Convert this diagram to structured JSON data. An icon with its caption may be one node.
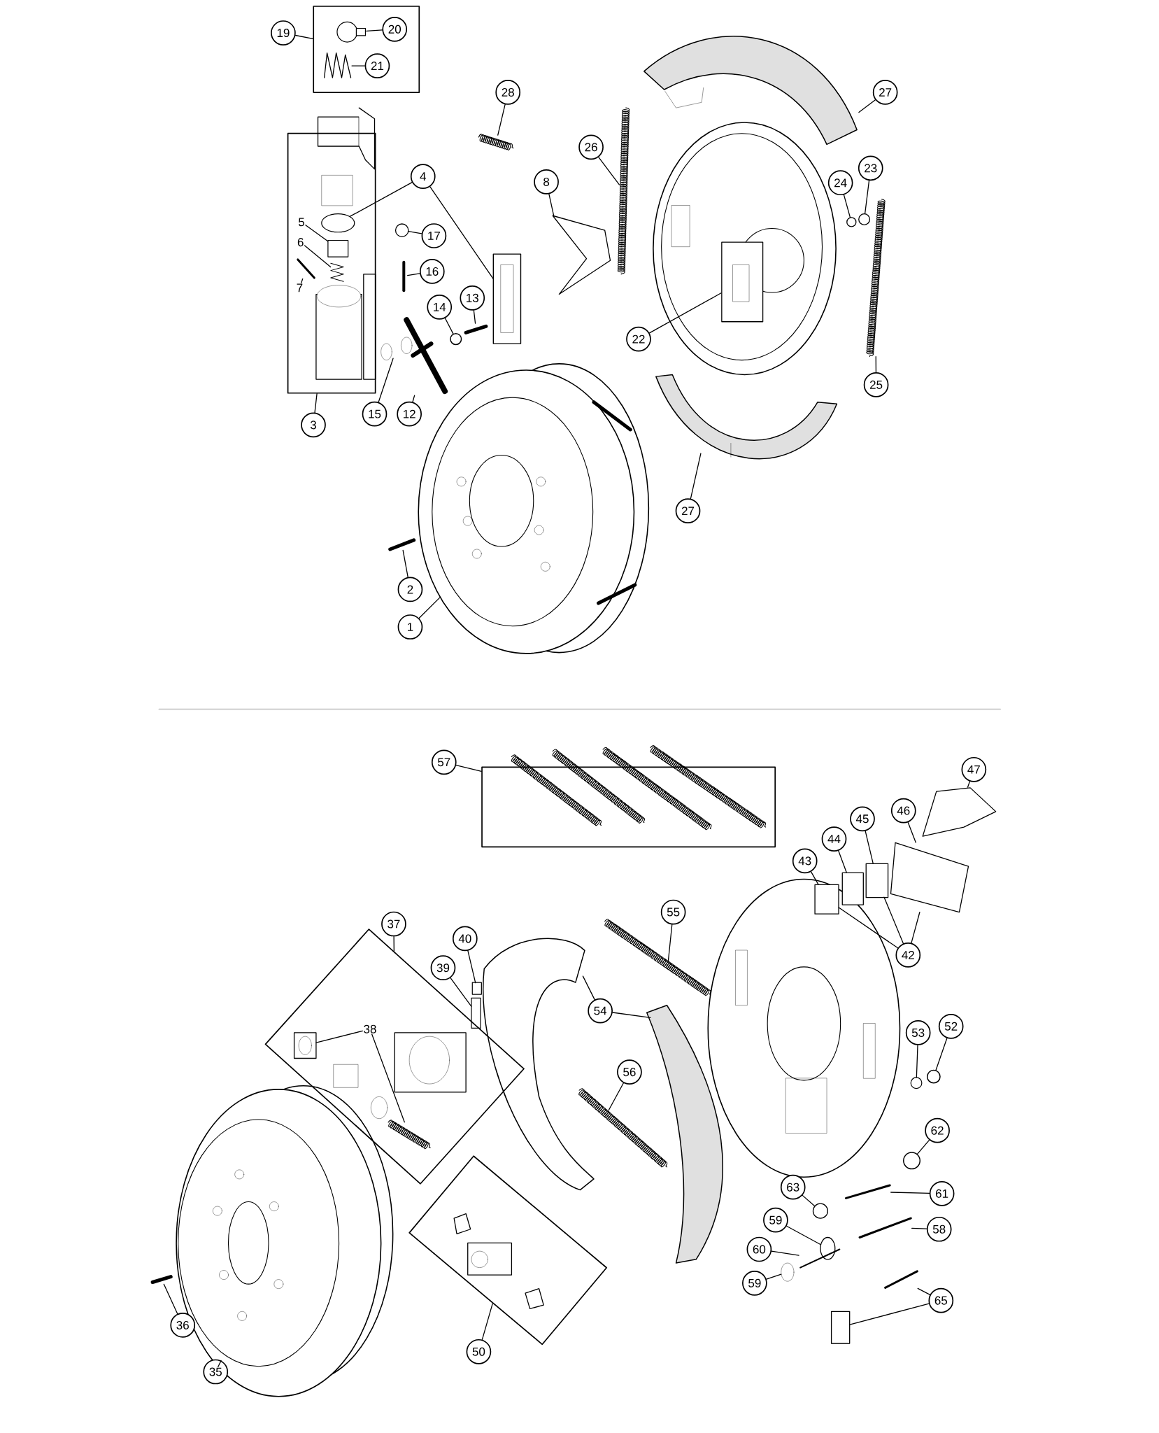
{
  "diagram": {
    "nodes": [
      {
        "text": [],
        "shape": "box"
      },
      {
        "text": [
          "19"
        ]
      },
      {
        "text": [
          "20"
        ],
        "in": 0
      },
      {
        "text": [
          "21"
        ],
        "in": 0
      },
      {
        "text": [
          "28"
        ]
      },
      {
        "text": [
          "27"
        ]
      },
      {
        "text": [
          "26"
        ]
      },
      {
        "text": [],
        "shape": "box"
      },
      {
        "text": [
          "4"
        ]
      },
      {
        "text": [
          "8"
        ]
      },
      {
        "text": [
          "24"
        ]
      },
      {
        "text": [
          "23"
        ]
      },
      {
        "text": [
          "5"
        ],
        "in": 7
      },
      {
        "text": [
          "17"
        ]
      },
      {
        "text": [
          "6"
        ],
        "in": 7
      },
      {
        "text": [
          "16"
        ]
      },
      {
        "text": [
          "7"
        ],
        "in": 7
      },
      {
        "text": [
          "14"
        ]
      },
      {
        "text": [
          "13"
        ]
      },
      {
        "text": [
          "22"
        ]
      },
      {
        "text": [
          "25"
        ]
      },
      {
        "text": [
          "3"
        ]
      },
      {
        "text": [
          "15"
        ]
      },
      {
        "text": [
          "12"
        ]
      },
      {
        "text": [
          "27"
        ]
      },
      {
        "text": [
          "2"
        ]
      },
      {
        "text": [
          "1"
        ]
      },
      {
        "text": [
          "57"
        ]
      },
      {
        "text": [],
        "shape": "box"
      },
      {
        "text": [
          "47"
        ]
      },
      {
        "text": [
          "46"
        ]
      },
      {
        "text": [
          "45"
        ]
      },
      {
        "text": [
          "44"
        ]
      },
      {
        "text": [
          "43"
        ]
      },
      {
        "text": [
          "55"
        ]
      },
      {
        "text": [
          "37"
        ]
      },
      {
        "text": [
          "40"
        ]
      },
      {
        "text": [
          "42"
        ]
      },
      {
        "text": [
          "39"
        ]
      },
      {
        "text": [],
        "shape": "box"
      },
      {
        "text": [
          "38"
        ],
        "in": 39
      },
      {
        "text": [
          "54"
        ]
      },
      {
        "text": [
          "53"
        ]
      },
      {
        "text": [
          "52"
        ]
      },
      {
        "text": [
          "56"
        ]
      },
      {
        "text": [
          "62"
        ]
      },
      {
        "text": [
          "61"
        ]
      },
      {
        "text": [
          "63"
        ]
      },
      {
        "text": [
          "59"
        ]
      },
      {
        "text": [
          "58"
        ]
      },
      {
        "text": [
          "60"
        ]
      },
      {
        "text": [
          "59"
        ]
      },
      {
        "text": [
          "65"
        ]
      },
      {
        "text": [
          "36"
        ]
      },
      {
        "text": [],
        "shape": "box"
      },
      {
        "text": [
          "50"
        ]
      },
      {
        "text": [
          "35"
        ]
      },
      {
        "text": [],
        "shape": "circle",
        "in": 0
      },
      {
        "text": [],
        "shape": "picture",
        "in": 0
      },
      {
        "text": [],
        "shape": "picture"
      },
      {
        "text": [],
        "shape": "picture"
      },
      {
        "text": [],
        "shape": "picture"
      },
      {
        "text": [],
        "shape": "circle",
        "in": 7
      },
      {
        "text": [],
        "shape": "picture"
      },
      {
        "text": [],
        "shape": "picture"
      },
      {
        "text": [],
        "shape": "circle"
      },
      {
        "text": [],
        "shape": "circle"
      },
      {
        "text": [],
        "shape": "box",
        "in": 7
      },
      {
        "text": [],
        "shape": "circle"
      },
      {
        "text": [],
        "shape": "picture",
        "in": 7
      },
      {
        "text": [],
        "shape": "picture"
      },
      {
        "text": [],
        "shape": "picture",
        "in": 7
      },
      {
        "text": [],
        "shape": "circle"
      },
      {
        "text": [],
        "shape": "picture"
      },
      {
        "text": [],
        "shape": "picture"
      },
      {
        "text": [],
        "shape": "picture"
      },
      {
        "text": [],
        "shape": "picture"
      },
      {
        "text": [],
        "shape": "picture"
      },
      {
        "text": [],
        "shape": "picture"
      },
      {
        "text": [],
        "shape": "picture"
      },
      {
        "text": [],
        "shape": "picture"
      },
      {
        "text": [],
        "shape": "picture"
      },
      {
        "text": [],
        "shape": "picture"
      },
      {
        "text": [],
        "shape": "box"
      },
      {
        "text": [],
        "shape": "box"
      },
      {
        "text": [],
        "shape": "box"
      },
      {
        "text": [],
        "shape": "picture"
      },
      {
        "text": [],
        "shape": "box"
      },
      {
        "text": [],
        "shape": "box"
      },
      {
        "text": [],
        "shape": "picture",
        "in": 39
      },
      {
        "text": [],
        "shape": "picture",
        "in": 39
      },
      {
        "text": [],
        "shape": "picture"
      },
      {
        "text": [],
        "shape": "picture"
      },
      {
        "text": [],
        "shape": "circle"
      },
      {
        "text": [],
        "shape": "circle"
      },
      {
        "text": [],
        "shape": "picture"
      },
      {
        "text": [],
        "shape": "circle"
      },
      {
        "text": [],
        "shape": "picture"
      },
      {
        "text": [],
        "shape": "circle"
      },
      {
        "text": [],
        "shape": "circle"
      },
      {
        "text": [],
        "shape": "picture"
      },
      {
        "text": [],
        "shape": "picture"
      },
      {
        "text": [],
        "shape": "circle"
      },
      {
        "text": [],
        "shape": "picture"
      },
      {
        "text": [],
        "shape": "box"
      },
      {
        "text": [],
        "shape": "picture"
      },
      {
        "text": [],
        "shape": "picture"
      }
    ],
    "edges": [
      {
        "from": 1,
        "to": 0,
        "arrow": "none"
      },
      {
        "from": 2,
        "to": 57,
        "arrow": "none"
      },
      {
        "from": 3,
        "to": 58,
        "arrow": "none"
      },
      {
        "from": 4,
        "to": 59,
        "arrow": "none"
      },
      {
        "from": 5,
        "to": 60,
        "arrow": "none"
      },
      {
        "from": 6,
        "to": 61,
        "arrow": "none"
      },
      {
        "from": 8,
        "to": 62,
        "arrow": "none"
      },
      {
        "from": 8,
        "to": 63,
        "arrow": "none"
      },
      {
        "from": 9,
        "to": 64,
        "arrow": "none"
      },
      {
        "from": 10,
        "to": 65,
        "arrow": "none"
      },
      {
        "from": 11,
        "to": 66,
        "arrow": "none"
      },
      {
        "from": 12,
        "to": 67,
        "arrow": "none"
      },
      {
        "from": 13,
        "to": 68,
        "arrow": "none"
      },
      {
        "from": 14,
        "to": 71,
        "arrow": "none"
      },
      {
        "from": 15,
        "to": 70,
        "arrow": "none"
      },
      {
        "from": 16,
        "to": 69,
        "arrow": "none"
      },
      {
        "from": 17,
        "to": 72,
        "arrow": "none"
      },
      {
        "from": 18,
        "to": 73,
        "arrow": "none"
      },
      {
        "from": 19,
        "to": 74,
        "arrow": "none"
      },
      {
        "from": 20,
        "to": 75,
        "arrow": "none"
      },
      {
        "from": 21,
        "to": 7,
        "arrow": "none"
      },
      {
        "from": 22,
        "to": 76,
        "arrow": "none"
      },
      {
        "from": 23,
        "to": 77,
        "arrow": "none"
      },
      {
        "from": 24,
        "to": 78,
        "arrow": "none"
      },
      {
        "from": 25,
        "to": 79,
        "arrow": "none"
      },
      {
        "from": 26,
        "to": 80,
        "arrow": "none"
      },
      {
        "from": 27,
        "to": 28,
        "arrow": "none"
      },
      {
        "from": 29,
        "to": 81,
        "arrow": "none"
      },
      {
        "from": 30,
        "to": 82,
        "arrow": "none"
      },
      {
        "from": 31,
        "to": 83,
        "arrow": "none"
      },
      {
        "from": 32,
        "to": 84,
        "arrow": "none"
      },
      {
        "from": 33,
        "to": 85,
        "arrow": "none"
      },
      {
        "from": 34,
        "to": 86,
        "arrow": "none"
      },
      {
        "from": 35,
        "to": 39,
        "arrow": "none"
      },
      {
        "from": 36,
        "to": 87,
        "arrow": "none"
      },
      {
        "from": 37,
        "to": 85,
        "arrow": "none"
      },
      {
        "from": 37,
        "to": 83,
        "arrow": "none"
      },
      {
        "from": 37,
        "to": 82,
        "arrow": "none"
      },
      {
        "from": 38,
        "to": 88,
        "arrow": "none"
      },
      {
        "from": 40,
        "to": 89,
        "arrow": "none"
      },
      {
        "from": 40,
        "to": 90,
        "arrow": "none"
      },
      {
        "from": 41,
        "to": 91,
        "arrow": "none"
      },
      {
        "from": 41,
        "to": 92,
        "arrow": "none"
      },
      {
        "from": 42,
        "to": 93,
        "arrow": "none"
      },
      {
        "from": 43,
        "to": 94,
        "arrow": "none"
      },
      {
        "from": 44,
        "to": 95,
        "arrow": "none"
      },
      {
        "from": 45,
        "to": 96,
        "arrow": "none"
      },
      {
        "from": 46,
        "to": 97,
        "arrow": "none"
      },
      {
        "from": 47,
        "to": 98,
        "arrow": "none"
      },
      {
        "from": 48,
        "to": 99,
        "arrow": "none"
      },
      {
        "from": 49,
        "to": 100,
        "arrow": "none"
      },
      {
        "from": 50,
        "to": 101,
        "arrow": "none"
      },
      {
        "from": 51,
        "to": 102,
        "arrow": "none"
      },
      {
        "from": 52,
        "to": 103,
        "arrow": "none"
      },
      {
        "from": 52,
        "to": 104,
        "arrow": "none"
      },
      {
        "from": 53,
        "to": 105,
        "arrow": "none"
      },
      {
        "from": 55,
        "to": 54,
        "arrow": "none"
      },
      {
        "from": 56,
        "to": 106,
        "arrow": "none"
      }
    ]
  }
}
